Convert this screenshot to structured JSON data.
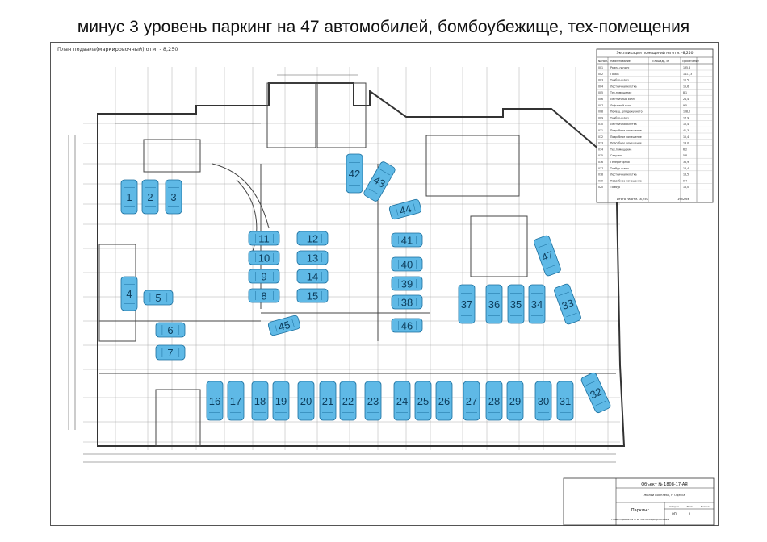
{
  "title": "минус 3 уровень паркинг на 47 автомобилей, бомбоубежище, тех-помещения",
  "plan_caption": "План подвала(маркировочный) отм. - 8,250",
  "spaces": [
    "1",
    "2",
    "3",
    "4",
    "5",
    "6",
    "7",
    "8",
    "9",
    "10",
    "11",
    "12",
    "13",
    "14",
    "15",
    "16",
    "17",
    "18",
    "19",
    "20",
    "21",
    "22",
    "23",
    "24",
    "25",
    "26",
    "27",
    "28",
    "29",
    "30",
    "31",
    "32",
    "33",
    "34",
    "35",
    "36",
    "37",
    "38",
    "39",
    "40",
    "41",
    "42",
    "43",
    "44",
    "45",
    "46",
    "47"
  ],
  "explication": {
    "title": "Экспликация помещений на отм. -8,250",
    "headers": [
      "№ пом.",
      "Наименование",
      "Площадь, м²",
      "Примечание"
    ],
    "rows": [
      [
        "001",
        "Рампа-пандус",
        "135,8"
      ],
      [
        "002",
        "Гараж",
        "1411,3"
      ],
      [
        "003",
        "Тамбур-шлюз",
        "10,5"
      ],
      [
        "004",
        "Лестничная клетка",
        "15,6"
      ],
      [
        "005",
        "Тех.помещение",
        "8,1"
      ],
      [
        "006",
        "Лестничный холл",
        "24,4"
      ],
      [
        "007",
        "Лифтовой холл",
        "9,5"
      ],
      [
        "008",
        "Помещ. для дежурного",
        "108,0"
      ],
      [
        "009",
        "Тамбур-шлюз",
        "17,9"
      ],
      [
        "010",
        "Лестничная клетка",
        "15,4"
      ],
      [
        "011",
        "Подсобное помещение",
        "41,3"
      ],
      [
        "012",
        "Подсобное помещение",
        "15,4"
      ],
      [
        "013",
        "Подсобное помещение",
        "13,0"
      ],
      [
        "014",
        "Тех.помещение",
        "6,2"
      ],
      [
        "015",
        "Санузел",
        "5,8"
      ],
      [
        "016",
        "Генераторная",
        "36,9"
      ],
      [
        "017",
        "Тамбур-шлюз",
        "18,4"
      ],
      [
        "018",
        "Лестничная клетка",
        "16,5"
      ],
      [
        "019",
        "Подсобное помещение",
        "9,4"
      ],
      [
        "020",
        "Тамбур",
        "16,0"
      ]
    ],
    "total_label": "Итого на отм. -8,250",
    "total_value": "1952,66"
  },
  "stamp": {
    "code": "Объект № 1808-17-АЯ",
    "project": "Жилой комплекс, г. Одесса",
    "sheet_name": "Паркинг",
    "drawing": "План подвала на отм. -8,250 маркировочный",
    "stage_label": "Стадия",
    "sheet_label": "Лист",
    "sheets_label": "Листов",
    "stage": "РП",
    "sheet": "2"
  },
  "colors": {
    "car": "#5fb9e6",
    "car_stroke": "#1b6f9e",
    "line": "#2a2a2a",
    "wall": "#3a3a3a"
  }
}
